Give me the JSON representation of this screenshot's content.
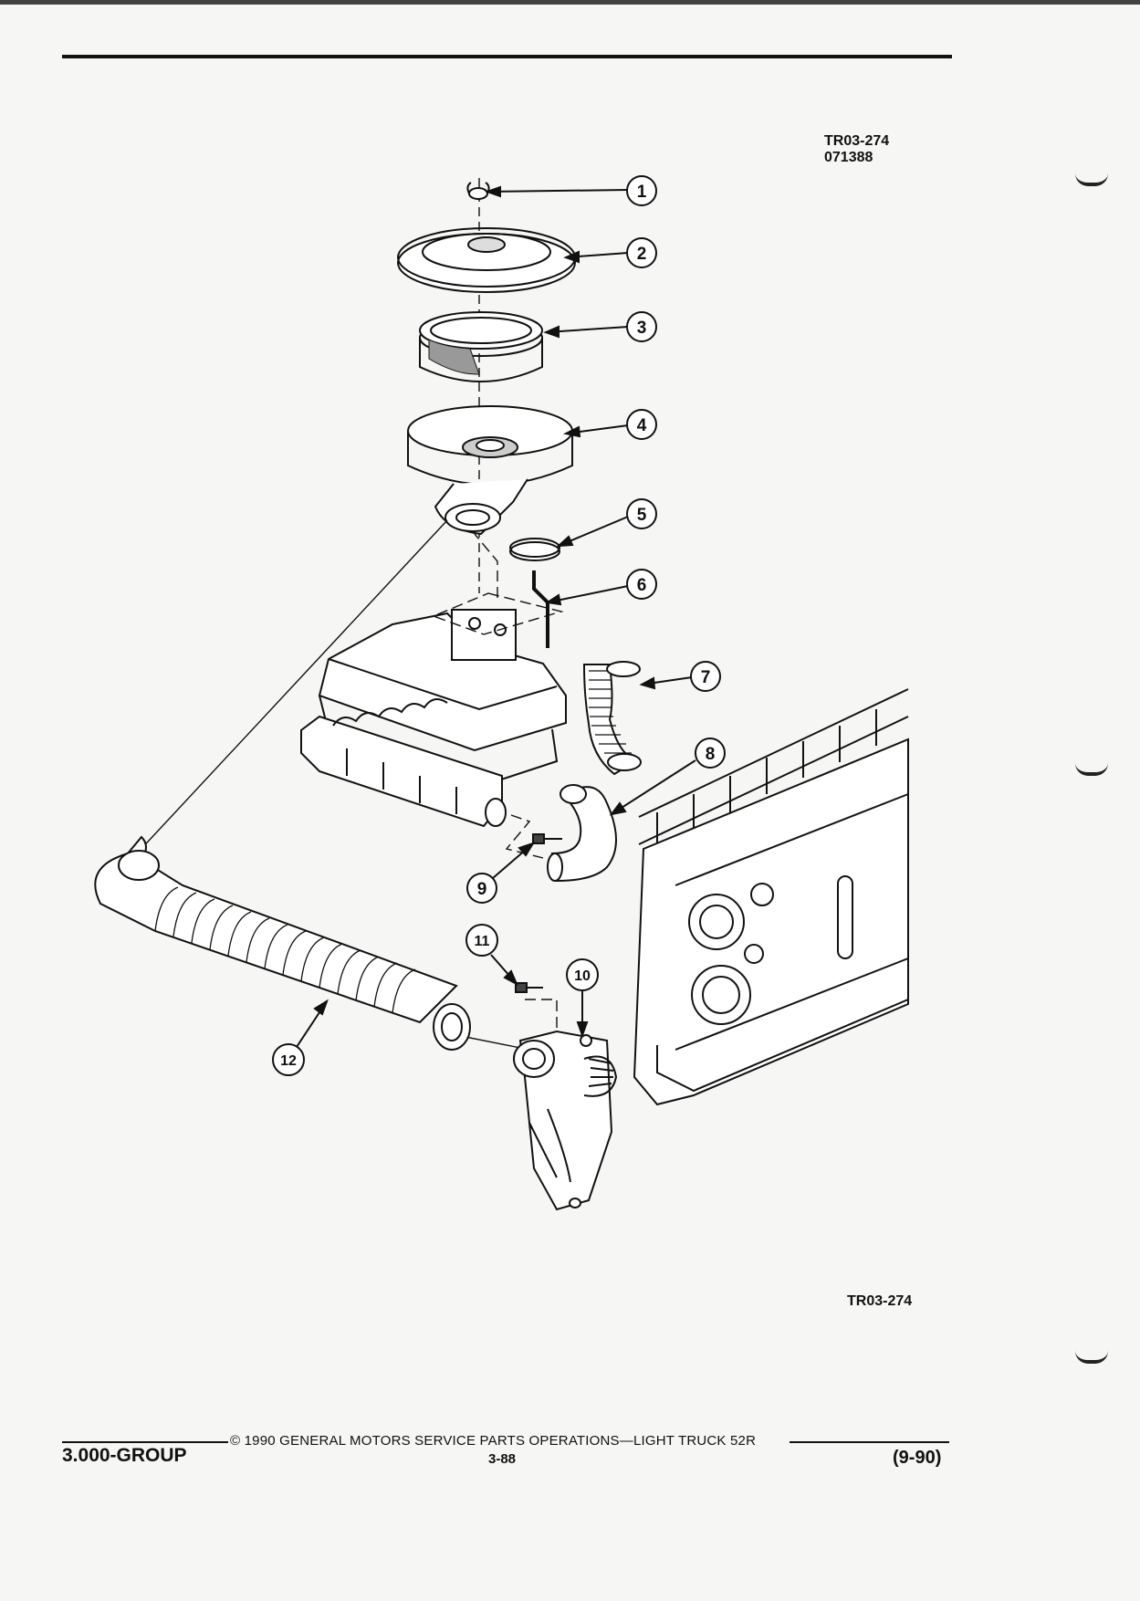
{
  "header": {
    "ref_code": "TR03-274",
    "ref_number": "071388"
  },
  "illustration": {
    "ref_code_bottom": "TR03-274",
    "callouts": [
      "1",
      "2",
      "3",
      "4",
      "5",
      "6",
      "7",
      "8",
      "9",
      "10",
      "11",
      "12"
    ]
  },
  "footer": {
    "copyright": "© 1990 GENERAL MOTORS SERVICE PARTS OPERATIONS—LIGHT TRUCK 52R",
    "group": "3.000-GROUP",
    "page": "3-88",
    "date": "(9-90)"
  }
}
